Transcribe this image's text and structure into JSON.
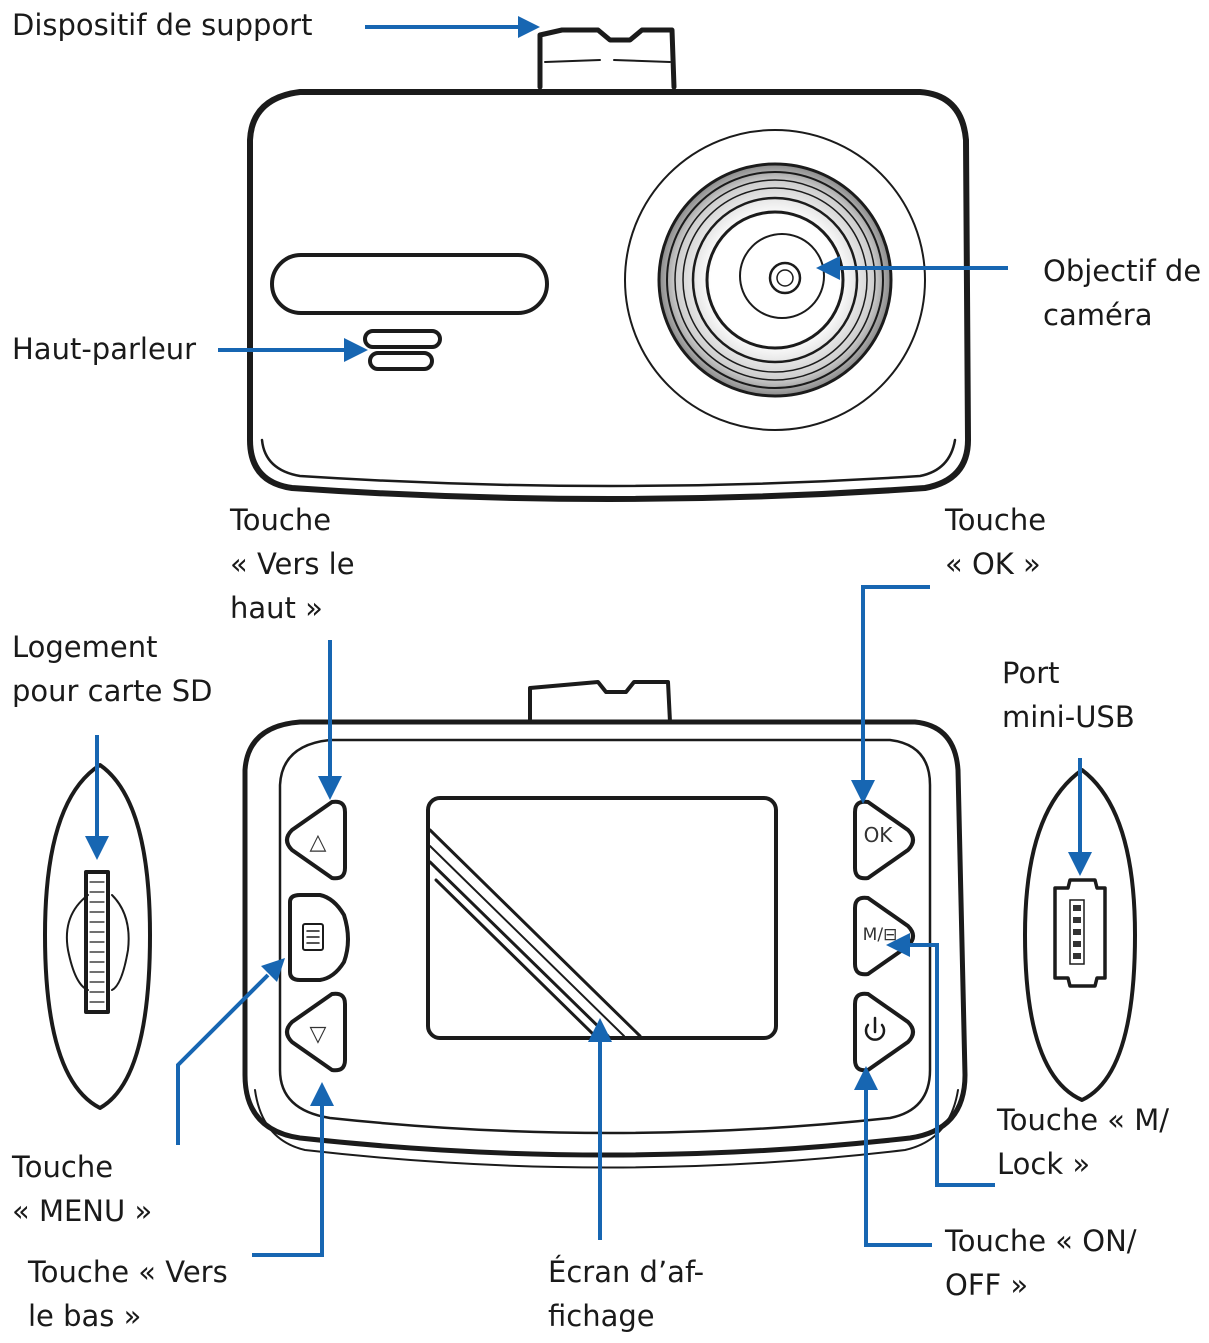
{
  "colors": {
    "leader": "#1766b2",
    "outline": "#1b1b1b",
    "background": "#ffffff"
  },
  "labels": {
    "support": [
      "Dispositif de support"
    ],
    "lens": [
      "Objectif de",
      "caméra"
    ],
    "speaker": [
      "Haut-parleur"
    ],
    "up_button": [
      "Touche",
      "« Vers le",
      "haut »"
    ],
    "ok_button": [
      "Touche",
      "« OK »"
    ],
    "sd_slot": [
      "Logement",
      "pour carte SD"
    ],
    "usb_port": [
      "Port",
      "mini-USB"
    ],
    "menu_button": [
      "Touche",
      "« MENU »"
    ],
    "down_button": [
      "Touche « Vers",
      "le bas »"
    ],
    "screen": [
      "Écran d’af-",
      "fichage"
    ],
    "mode_lock_button": [
      "Touche « M/",
      "Lock »"
    ],
    "power_button": [
      "Touche « ON/",
      "OFF »"
    ]
  },
  "device_glyphs": {
    "ok": "OK",
    "mode": "M/⊟",
    "up": "△",
    "down": "▽"
  }
}
